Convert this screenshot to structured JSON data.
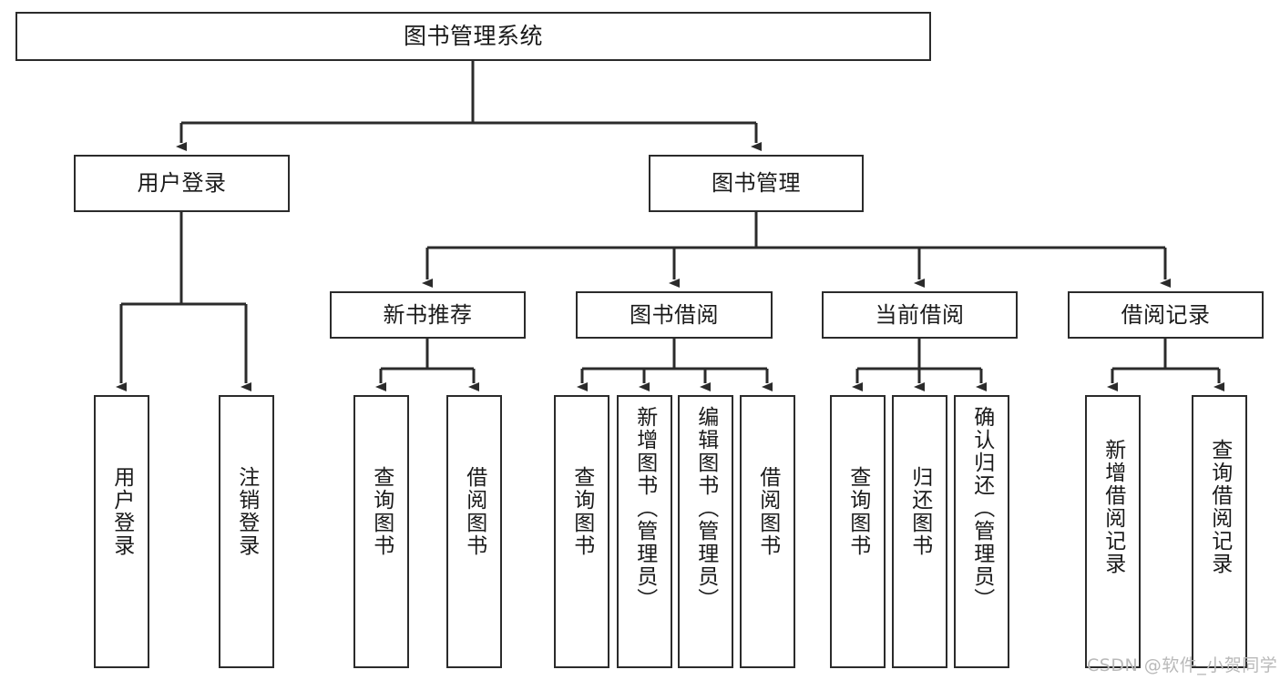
{
  "diagram": {
    "title": "图书管理系统",
    "type": "tree-hierarchy",
    "root": {
      "id": "root",
      "label": "图书管理系统"
    },
    "level1": [
      {
        "id": "login",
        "label": "用户登录"
      },
      {
        "id": "bookmgmt",
        "label": "图书管理"
      }
    ],
    "level2": [
      {
        "id": "newbook",
        "label": "新书推荐",
        "parent": "bookmgmt"
      },
      {
        "id": "borrow",
        "label": "图书借阅",
        "parent": "bookmgmt"
      },
      {
        "id": "current",
        "label": "当前借阅",
        "parent": "bookmgmt"
      },
      {
        "id": "record",
        "label": "借阅记录",
        "parent": "bookmgmt"
      }
    ],
    "leaves": {
      "login": [
        {
          "id": "leaf-user-login",
          "label": "用户登录"
        },
        {
          "id": "leaf-user-logout",
          "label": "注销登录"
        }
      ],
      "newbook": [
        {
          "id": "leaf-query-book-1",
          "label": "查询图书"
        },
        {
          "id": "leaf-borrow-book-1",
          "label": "借阅图书"
        }
      ],
      "borrow": [
        {
          "id": "leaf-query-book-2",
          "label": "查询图书"
        },
        {
          "id": "leaf-add-book",
          "label": "新增图书（管理员）"
        },
        {
          "id": "leaf-edit-book",
          "label": "编辑图书（管理员）"
        },
        {
          "id": "leaf-borrow-book-2",
          "label": "借阅图书"
        }
      ],
      "current": [
        {
          "id": "leaf-query-book-3",
          "label": "查询图书"
        },
        {
          "id": "leaf-return-book",
          "label": "归还图书"
        },
        {
          "id": "leaf-confirm-return",
          "label": "确认归还（管理员）"
        }
      ],
      "record": [
        {
          "id": "leaf-add-record",
          "label": "新增借阅记录"
        },
        {
          "id": "leaf-query-record",
          "label": "查询借阅记录"
        }
      ]
    }
  },
  "watermark": {
    "text": "CSDN @软件_小贺同学"
  },
  "colors": {
    "stroke": "#2b2b2b",
    "fill": "#ffffff",
    "text": "#1a1a1a",
    "watermark": "#b9b9b9"
  }
}
